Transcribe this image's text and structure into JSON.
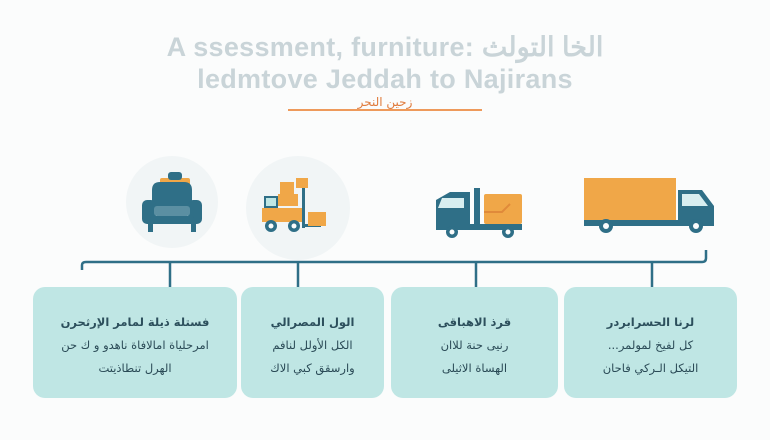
{
  "title": {
    "line1": "A ssessment, furniture: الخا التولث",
    "line2": "ledmtove Jeddah to Najirans",
    "subtitle": "زحين النحر"
  },
  "colors": {
    "teal": "#2f6f87",
    "orange": "#f0a748",
    "card": "#bfe6e4",
    "accent": "#ee9a5b"
  },
  "steps": [
    {
      "icon": "armchair-icon",
      "heading": "فستلة ذيلة لمامر الإرثحرن",
      "line2": "امرحلياة امالافاة ناهدو و ك حن",
      "line3": "الهرل تنطاذيتت"
    },
    {
      "icon": "forklift-icon",
      "heading": "الول المصرالي",
      "line2": "الكل الأولل لنافم",
      "line3": "وارسقق كبي الاك"
    },
    {
      "icon": "delivery-truck-icon",
      "heading": "قرذ الاهباقى",
      "line2": "رنيى حنة للاان",
      "line3": "الهساة الاثيلى"
    },
    {
      "icon": "cargo-truck-icon",
      "heading": "لرنا الحسرابردر",
      "line2": "...كل لفيخ لمولمر",
      "line3": "التيكل الـركي فاحان"
    }
  ]
}
